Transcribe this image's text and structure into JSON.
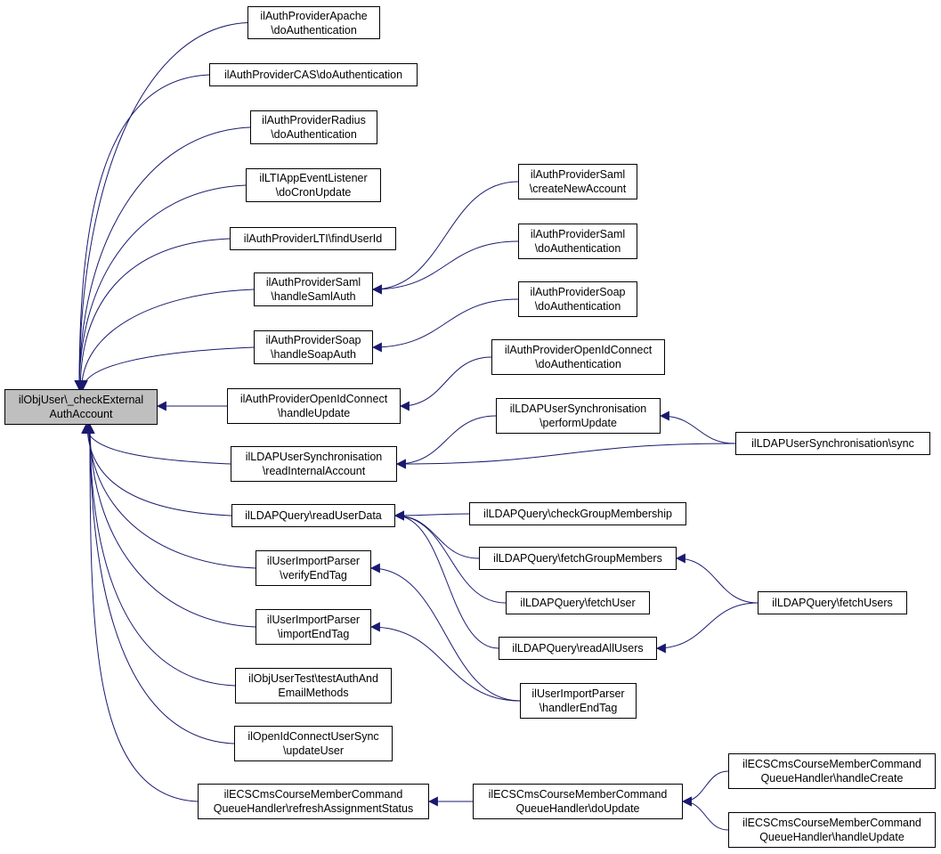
{
  "diagram": {
    "nodes": [
      {
        "id": "root",
        "lines": [
          "ilObjUser\\_checkExternal",
          "AuthAccount"
        ],
        "highlight": true
      },
      {
        "id": "apache",
        "lines": [
          "ilAuthProviderApache",
          "\\doAuthentication"
        ]
      },
      {
        "id": "cas",
        "lines": [
          "ilAuthProviderCAS\\doAuthentication"
        ]
      },
      {
        "id": "radius",
        "lines": [
          "ilAuthProviderRadius",
          "\\doAuthentication"
        ]
      },
      {
        "id": "lti_cron",
        "lines": [
          "ilLTIAppEventListener",
          "\\doCronUpdate"
        ]
      },
      {
        "id": "lti_find",
        "lines": [
          "ilAuthProviderLTI\\findUserId"
        ]
      },
      {
        "id": "saml_handle",
        "lines": [
          "ilAuthProviderSaml",
          "\\handleSamlAuth"
        ]
      },
      {
        "id": "soap_handle",
        "lines": [
          "ilAuthProviderSoap",
          "\\handleSoapAuth"
        ]
      },
      {
        "id": "oidc_update",
        "lines": [
          "ilAuthProviderOpenIdConnect",
          "\\handleUpdate"
        ]
      },
      {
        "id": "ldap_readint",
        "lines": [
          "ilLDAPUserSynchronisation",
          "\\readInternalAccount"
        ]
      },
      {
        "id": "ldap_readuser",
        "lines": [
          "ilLDAPQuery\\readUserData"
        ]
      },
      {
        "id": "import_verify",
        "lines": [
          "ilUserImportParser",
          "\\verifyEndTag"
        ]
      },
      {
        "id": "import_end",
        "lines": [
          "ilUserImportParser",
          "\\importEndTag"
        ]
      },
      {
        "id": "test_auth",
        "lines": [
          "ilObjUserTest\\testAuthAnd",
          "EmailMethods"
        ]
      },
      {
        "id": "oidc_sync",
        "lines": [
          "ilOpenIdConnectUserSync",
          "\\updateUser"
        ]
      },
      {
        "id": "ecs_refresh",
        "lines": [
          "ilECSCmsCourseMemberCommand",
          "QueueHandler\\refreshAssignmentStatus"
        ]
      },
      {
        "id": "saml_create",
        "lines": [
          "ilAuthProviderSaml",
          "\\createNewAccount"
        ]
      },
      {
        "id": "saml_doauth",
        "lines": [
          "ilAuthProviderSaml",
          "\\doAuthentication"
        ]
      },
      {
        "id": "soap_doauth",
        "lines": [
          "ilAuthProviderSoap",
          "\\doAuthentication"
        ]
      },
      {
        "id": "oidc_doauth",
        "lines": [
          "ilAuthProviderOpenIdConnect",
          "\\doAuthentication"
        ]
      },
      {
        "id": "ldap_perform",
        "lines": [
          "ilLDAPUserSynchronisation",
          "\\performUpdate"
        ]
      },
      {
        "id": "ldap_sync",
        "lines": [
          "ilLDAPUserSynchronisation\\sync"
        ]
      },
      {
        "id": "ldap_checkgroup",
        "lines": [
          "ilLDAPQuery\\checkGroupMembership"
        ]
      },
      {
        "id": "ldap_fetchgm",
        "lines": [
          "ilLDAPQuery\\fetchGroupMembers"
        ]
      },
      {
        "id": "ldap_fetchuser",
        "lines": [
          "ilLDAPQuery\\fetchUser"
        ]
      },
      {
        "id": "ldap_readall",
        "lines": [
          "ilLDAPQuery\\readAllUsers"
        ]
      },
      {
        "id": "ldap_fetchusers",
        "lines": [
          "ilLDAPQuery\\fetchUsers"
        ]
      },
      {
        "id": "import_handler",
        "lines": [
          "ilUserImportParser",
          "\\handlerEndTag"
        ]
      },
      {
        "id": "ecs_doupdate",
        "lines": [
          "ilECSCmsCourseMemberCommand",
          "QueueHandler\\doUpdate"
        ]
      },
      {
        "id": "ecs_create",
        "lines": [
          "ilECSCmsCourseMemberCommand",
          "QueueHandler\\handleCreate"
        ]
      },
      {
        "id": "ecs_hupdate",
        "lines": [
          "ilECSCmsCourseMemberCommand",
          "QueueHandler\\handleUpdate"
        ]
      }
    ],
    "edges": [
      {
        "from": "apache",
        "to": "root"
      },
      {
        "from": "cas",
        "to": "root"
      },
      {
        "from": "radius",
        "to": "root"
      },
      {
        "from": "lti_cron",
        "to": "root"
      },
      {
        "from": "lti_find",
        "to": "root"
      },
      {
        "from": "saml_handle",
        "to": "root"
      },
      {
        "from": "soap_handle",
        "to": "root"
      },
      {
        "from": "oidc_update",
        "to": "root"
      },
      {
        "from": "ldap_readint",
        "to": "root"
      },
      {
        "from": "ldap_readuser",
        "to": "root"
      },
      {
        "from": "import_verify",
        "to": "root"
      },
      {
        "from": "import_end",
        "to": "root"
      },
      {
        "from": "test_auth",
        "to": "root"
      },
      {
        "from": "oidc_sync",
        "to": "root"
      },
      {
        "from": "ecs_refresh",
        "to": "root"
      },
      {
        "from": "saml_create",
        "to": "saml_handle"
      },
      {
        "from": "saml_doauth",
        "to": "saml_handle"
      },
      {
        "from": "soap_doauth",
        "to": "soap_handle"
      },
      {
        "from": "oidc_doauth",
        "to": "oidc_update"
      },
      {
        "from": "ldap_perform",
        "to": "ldap_readint"
      },
      {
        "from": "ldap_sync",
        "to": "ldap_readint"
      },
      {
        "from": "ldap_sync",
        "to": "ldap_perform"
      },
      {
        "from": "ldap_checkgroup",
        "to": "ldap_readuser"
      },
      {
        "from": "ldap_fetchgm",
        "to": "ldap_readuser"
      },
      {
        "from": "ldap_fetchuser",
        "to": "ldap_readuser"
      },
      {
        "from": "ldap_readall",
        "to": "ldap_readuser"
      },
      {
        "from": "ldap_fetchusers",
        "to": "ldap_fetchgm"
      },
      {
        "from": "ldap_fetchusers",
        "to": "ldap_readall"
      },
      {
        "from": "import_handler",
        "to": "import_verify"
      },
      {
        "from": "import_handler",
        "to": "import_end"
      },
      {
        "from": "ecs_doupdate",
        "to": "ecs_refresh"
      },
      {
        "from": "ecs_create",
        "to": "ecs_doupdate"
      },
      {
        "from": "ecs_hupdate",
        "to": "ecs_doupdate"
      }
    ],
    "colors": {
      "edge": "#191970",
      "root_fill": "#bfbfbf",
      "node_fill": "#ffffff",
      "border": "#000000"
    }
  }
}
